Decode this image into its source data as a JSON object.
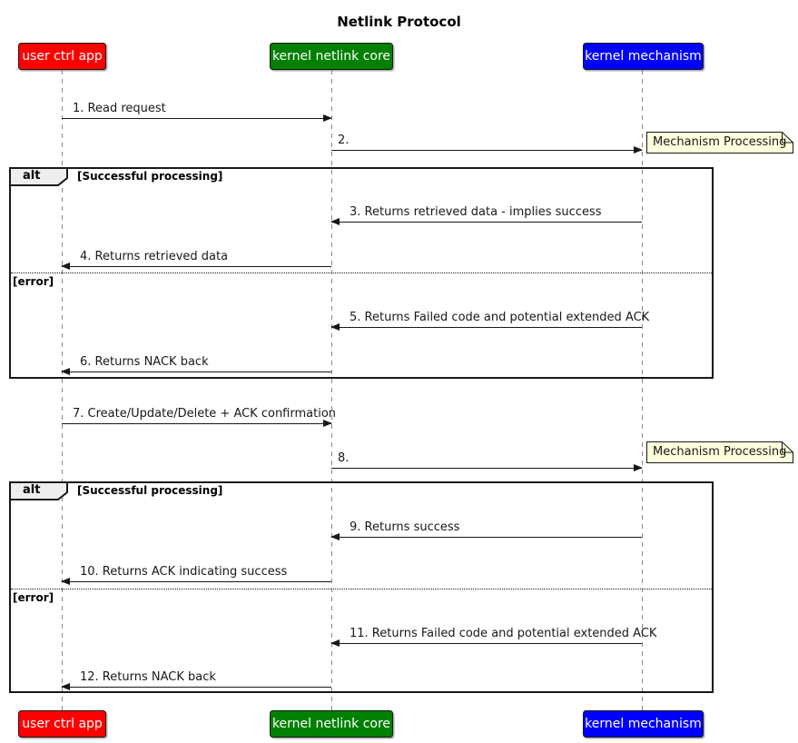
{
  "title": "Netlink Protocol",
  "colors": {
    "participant_user_ctrl_app": "#ff0000",
    "participant_kernel_netlink_core": "#008000",
    "participant_kernel_mechanism": "#0000ff",
    "participant_text": "#ffffff",
    "note_background": "#feffdd",
    "frame_tab_background": "#eeeeee",
    "line_and_text": "#181818",
    "lifeline": "#888888"
  },
  "participants": [
    {
      "label": "user ctrl app"
    },
    {
      "label": "kernel netlink core"
    },
    {
      "label": "kernel mechanism"
    }
  ],
  "messages": [
    {
      "label": "1. Read request",
      "from": "user ctrl app",
      "to": "kernel netlink core"
    },
    {
      "label": "2.",
      "from": "kernel netlink core",
      "to": "kernel mechanism"
    },
    {
      "label": "3. Returns retrieved data - implies success",
      "from": "kernel mechanism",
      "to": "kernel netlink core"
    },
    {
      "label": "4. Returns retrieved data",
      "from": "kernel netlink core",
      "to": "user ctrl app"
    },
    {
      "label": "5. Returns Failed code and potential extended ACK",
      "from": "kernel mechanism",
      "to": "kernel netlink core"
    },
    {
      "label": "6. Returns NACK back",
      "from": "kernel netlink core",
      "to": "user ctrl app"
    },
    {
      "label": "7. Create/Update/Delete + ACK confirmation",
      "from": "user ctrl app",
      "to": "kernel netlink core"
    },
    {
      "label": "8.",
      "from": "kernel netlink core",
      "to": "kernel mechanism"
    },
    {
      "label": "9. Returns success",
      "from": "kernel mechanism",
      "to": "kernel netlink core"
    },
    {
      "label": "10. Returns ACK indicating success",
      "from": "kernel netlink core",
      "to": "user ctrl app"
    },
    {
      "label": "11. Returns Failed code and potential extended ACK",
      "from": "kernel mechanism",
      "to": "kernel netlink core"
    },
    {
      "label": "12. Returns NACK back",
      "from": "kernel netlink core",
      "to": "user ctrl app"
    }
  ],
  "notes": [
    {
      "label": "Mechanism Processing"
    },
    {
      "label": "Mechanism Processing"
    }
  ],
  "frames": [
    {
      "operator": "alt",
      "conditions": [
        "[Successful processing]",
        "[error]"
      ]
    },
    {
      "operator": "alt",
      "conditions": [
        "[Successful processing]",
        "[error]"
      ]
    }
  ]
}
